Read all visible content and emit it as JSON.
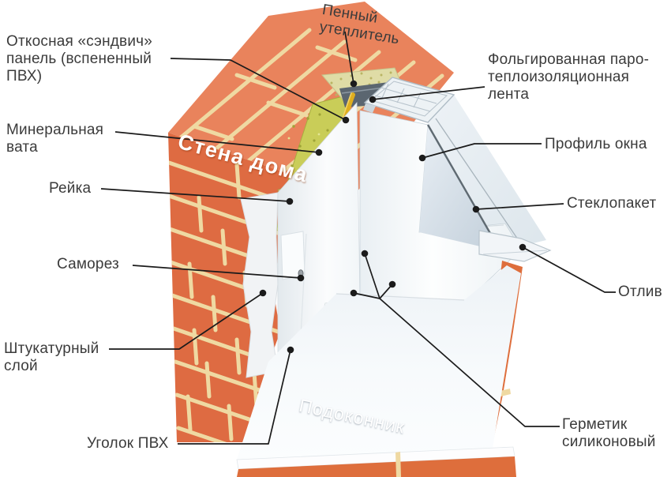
{
  "diagram": {
    "title_hint": "Схема монтажа пластикового окна (узел примыкания)",
    "labels": {
      "foam_insulation": "Пенный\nутеплитель",
      "sandwich_panel": "Откосная «сэндвич»\nпанель (вспененный\nПВХ)",
      "mineral_wool": "Минеральная\nвата",
      "rail": "Рейка",
      "screw": "Саморез",
      "plaster_layer": "Штукатурный\nслой",
      "pvc_corner": "Уголок ПВХ",
      "foil_tape": "Фольгированная паро-\nтеплоизоляционная\nлента",
      "window_profile": "Профиль окна",
      "glazing_unit": "Стеклопакет",
      "drip_sill": "Отлив",
      "silicone_sealant": "Герметик\nсиликоновый",
      "house_wall": "Стена дома",
      "windowsill": "Подоконник"
    },
    "colors": {
      "brick_front": "#DE6B42",
      "brick_top": "#E9835C",
      "mortar": "#EFD9A2",
      "mineral_wool": "#C9CD58",
      "wool_speckle": "#9FA437",
      "foam": "#DFDCA6",
      "foam_speckle": "#B9B464",
      "foil_tape": "#5B6670",
      "wood_rail": "#D7B774",
      "yellow_strip": "#DFAE1F",
      "frame_white": "#F4F8FA",
      "glass": "#C9D6E1",
      "sill_white": "#F5F8FA",
      "under_sill": "#DE6E3C",
      "label_text": "#3B3B3B",
      "leader_line": "#1B1B1B",
      "wall_text": "#FFFFFF"
    }
  }
}
